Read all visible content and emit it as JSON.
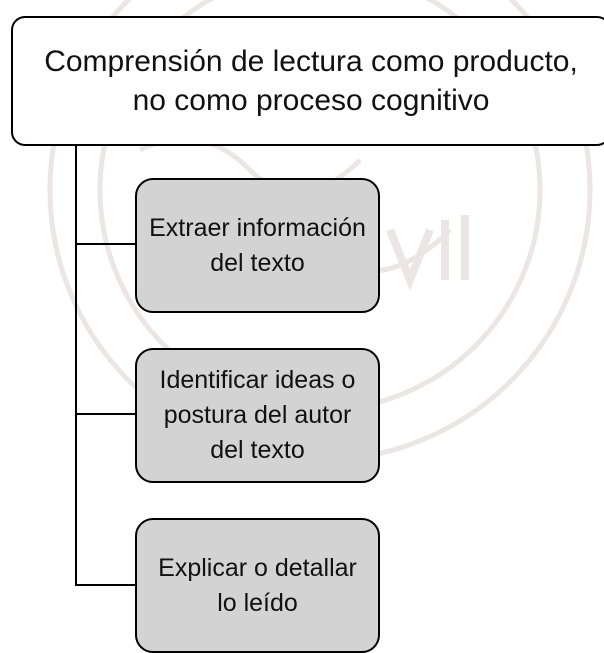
{
  "root": {
    "label": "Comprensión de lectura como producto, no como proceso cognitivo"
  },
  "children": [
    {
      "label": "Extraer información del texto"
    },
    {
      "label": "Identificar ideas o postura del autor del texto"
    },
    {
      "label": "Explicar o detallar lo leído"
    }
  ],
  "colors": {
    "root_fill": "#ffffff",
    "child_fill": "#d3d3d3",
    "outline": "#000000",
    "watermark": "#ece4e4"
  }
}
